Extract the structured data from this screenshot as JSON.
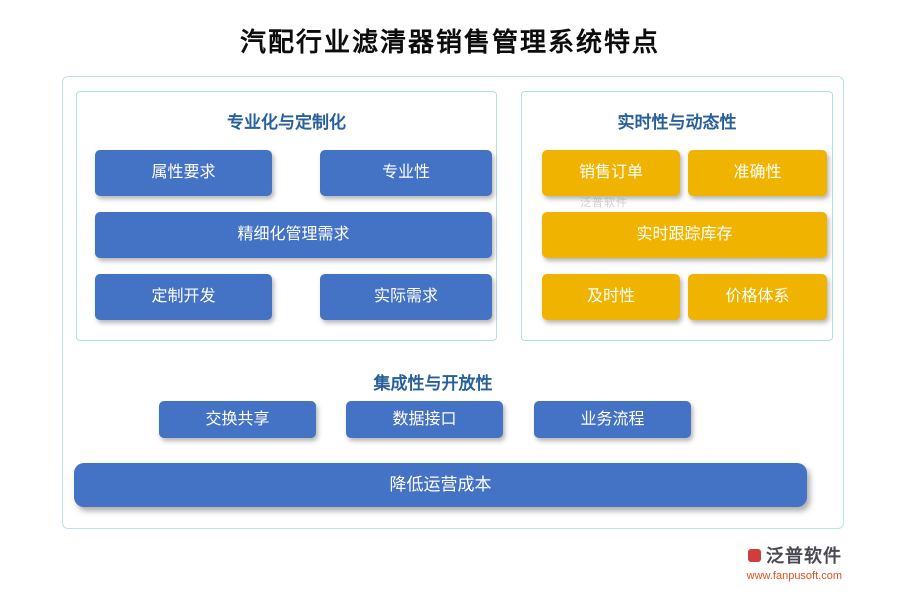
{
  "page": {
    "title": "汽配行业滤清器销售管理系统特点"
  },
  "panel_specialization": {
    "title": "专业化与定制化",
    "blocks": [
      "属性要求",
      "专业性",
      "精细化管理需求",
      "定制开发",
      "实际需求"
    ]
  },
  "panel_realtime": {
    "title": "实时性与动态性",
    "blocks": [
      "销售订单",
      "准确性",
      "实时跟踪库存",
      "及时性",
      "价格体系"
    ]
  },
  "section_integration": {
    "title": "集成性与开放性",
    "blocks": [
      "交换共享",
      "数据接口",
      "业务流程"
    ],
    "banner": "降低运营成本"
  },
  "branding": {
    "logo": "泛普软件",
    "website": "www.fanpusoft.com",
    "watermark": "泛普软件"
  },
  "colors": {
    "blue_block": "#4472c4",
    "gold_block": "#f0b400",
    "panel_border": "#b3dded",
    "container_border": "#bce4e4",
    "heading_blue": "#2a6099",
    "logo_dark": "#4a4a52",
    "website_orange": "#e0501e"
  }
}
